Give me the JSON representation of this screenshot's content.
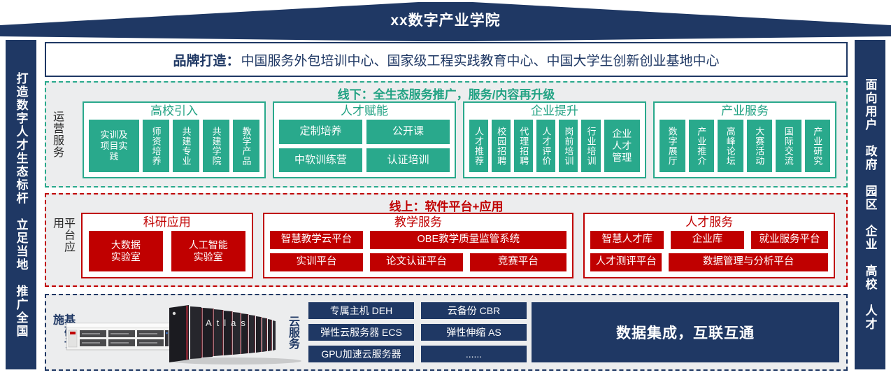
{
  "banner": {
    "title": "xx数字产业学院"
  },
  "left_sidebar": {
    "text": "打造数字人才生态标杆　立足当地　推广全国"
  },
  "right_sidebar": {
    "text": "面向用户　政府　园区　企业　高校　人才"
  },
  "brand": {
    "label": "品牌打造：",
    "content": "中国服务外包培训中心、国家级工程实践教育中心、中国大学生创新创业基地中心"
  },
  "operation_section": {
    "side_label": "运营服务",
    "header": "线下：全生态服务推广，服务/内容再升级",
    "groups": [
      {
        "title": "高校引入",
        "items": [
          "实训及项目实践",
          "师资培养",
          "共建专业",
          "共建学院",
          "教学产品"
        ]
      },
      {
        "title": "人才赋能",
        "items": [
          "定制培养",
          "公开课",
          "中软训练营",
          "认证培训"
        ]
      },
      {
        "title": "企业提升",
        "items": [
          "人才推荐",
          "校园招聘",
          "代理招聘",
          "人才评价",
          "岗前培训",
          "行业培训",
          "企业人才管理"
        ]
      },
      {
        "title": "产业服务",
        "items": [
          "数字展厅",
          "产业推介",
          "高峰论坛",
          "大赛活动",
          "国际交流",
          "产业研究"
        ]
      }
    ]
  },
  "platform_section": {
    "side_label": "平台应用",
    "header": "线上：软件平台+应用",
    "groups": [
      {
        "title": "科研应用",
        "items": [
          "大数据实验室",
          "人工智能实验室"
        ]
      },
      {
        "title": "教学服务",
        "items": [
          "智慧教学云平台",
          "OBE教学质量监管系统",
          "实训平台",
          "论文认证平台",
          "竞赛平台"
        ]
      },
      {
        "title": "人才服务",
        "items": [
          "智慧人才库",
          "企业库",
          "就业服务平台",
          "人才测评平台",
          "数据管理与分析平台"
        ]
      }
    ]
  },
  "infrastructure_section": {
    "side_label": "基础设施",
    "cloud_label": "云服务",
    "cloud_items": [
      "专属主机 DEH",
      "云备份 CBR",
      "弹性云服务器 ECS",
      "弹性伸缩 AS",
      "GPU加速云服务器",
      "......"
    ],
    "integration_box": "数据集成，互联互通",
    "atlas_text": "Atlas"
  },
  "colors": {
    "navy": "#1f3864",
    "green": "#29a98c",
    "red": "#c00000",
    "section_bg": "#ecedee"
  }
}
